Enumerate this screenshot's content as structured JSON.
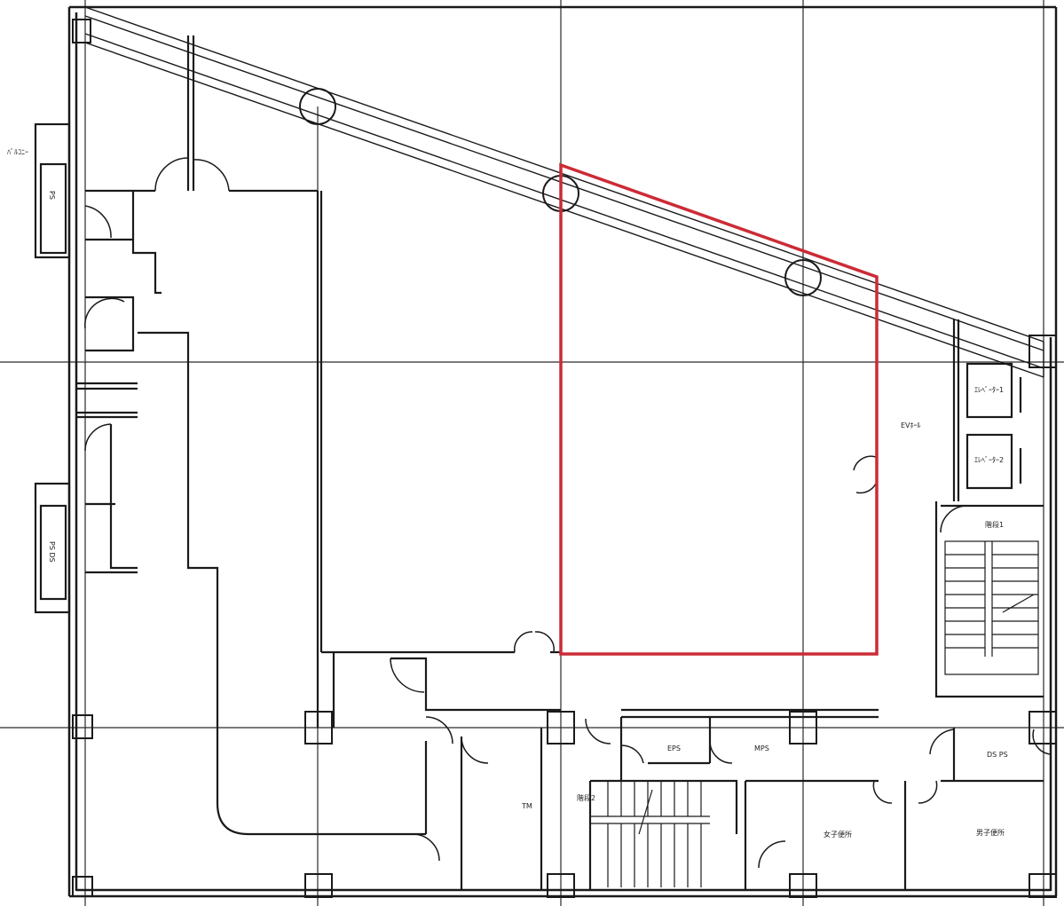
{
  "floor_plan": {
    "title": "",
    "colors": {
      "wall": "#1a1a1a",
      "grid_line": "#2a2a2a",
      "highlight": "#cc2b36",
      "background": "#ffffff"
    },
    "highlighted_area": {
      "description_visible": false
    },
    "labels": {
      "balcony_top": "ﾊﾞﾙｺﾆｰ",
      "left_shaft_top": "PS",
      "left_shaft_bottom": "PS DS",
      "elevator_1": "ｴﾚﾍﾞｰﾀｰ1",
      "elevator_2": "ｴﾚﾍﾞｰﾀｰ2",
      "ev_hall": "EVﾎｰﾙ",
      "stair_1": "階段1",
      "ps_right": "DS PS",
      "eps": "EPS",
      "mps": "MPS",
      "tenant_room": "TM",
      "stair_2": "階段2",
      "womens_wc": "女子便所",
      "mens_wc": "男子便所"
    }
  }
}
